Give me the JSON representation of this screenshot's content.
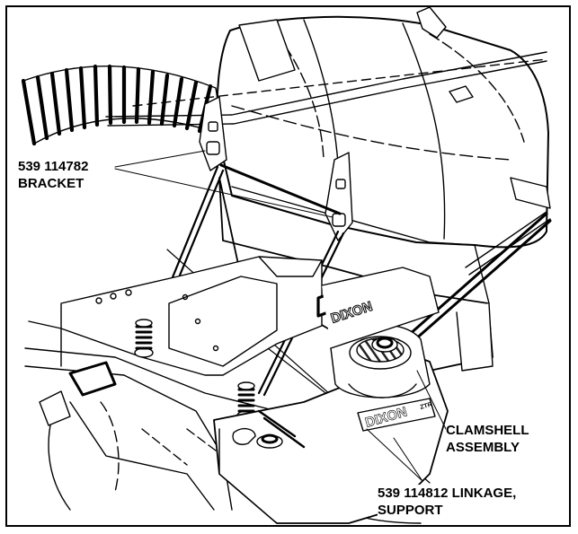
{
  "callouts": {
    "bracket": {
      "line1": "539 114782",
      "line2": "BRACKET"
    },
    "clamshell": {
      "line1": "CLAMSHELL",
      "line2": "ASSEMBLY"
    },
    "linkage": {
      "line1": "539 114812 LINKAGE,",
      "line2": "SUPPORT"
    }
  },
  "decals": {
    "seat_brand": "DIXON",
    "tower_brand": "DIXON",
    "tower_model": "ZTR"
  },
  "colors": {
    "line": "#000000",
    "background": "#ffffff",
    "hatch": "#222222"
  }
}
